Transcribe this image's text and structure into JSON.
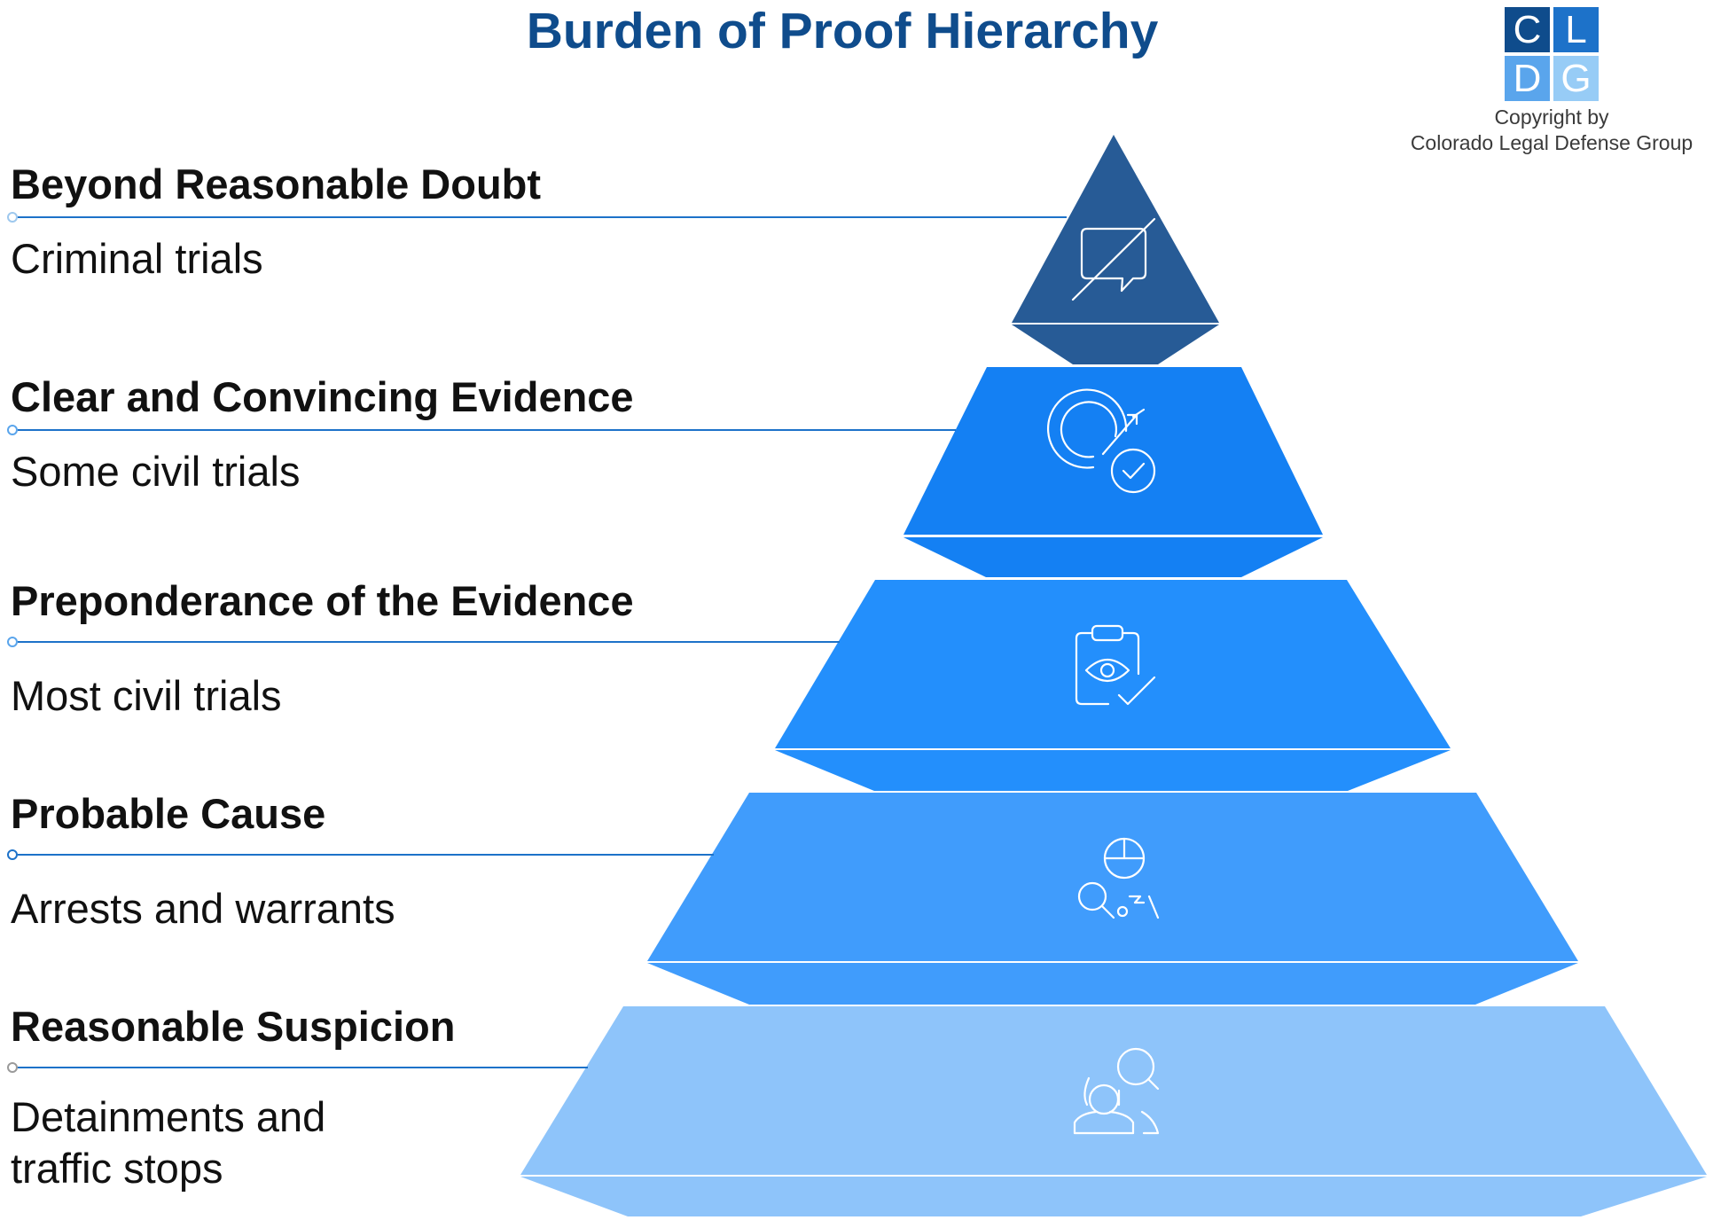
{
  "title": "Burden of Proof Hierarchy",
  "logo": {
    "letters": [
      "C",
      "L",
      "D",
      "G"
    ],
    "colors": [
      "#0f4c8c",
      "#1d72c9",
      "#5aa5ec",
      "#97ccf6"
    ]
  },
  "copyright": {
    "line1": "Copyright by",
    "line2": "Colorado Legal Defense Group"
  },
  "levels": [
    {
      "title": "Beyond Reasonable Doubt",
      "description": "Criminal trials",
      "icon": "slashed-speech-bubble-icon",
      "color": "#275b96"
    },
    {
      "title": "Clear and Convincing Evidence",
      "description": "Some civil trials",
      "icon": "target-check-icon",
      "color": "#1480f3"
    },
    {
      "title": "Preponderance of the Evidence",
      "description": "Most civil trials",
      "icon": "clipboard-eye-check-icon",
      "color": "#238ffc"
    },
    {
      "title": "Probable Cause",
      "description": "Arrests and warrants",
      "icon": "officer-search-icon",
      "color": "#409cfc"
    },
    {
      "title": "Reasonable Suspicion",
      "description": "Detainments and traffic stops",
      "icon": "people-search-icon",
      "color": "#8ec4fa"
    }
  ],
  "connector_color": "#1d72c9",
  "connector_dot_colors": [
    "#9ec8ee",
    "#5aa5ec",
    "#5aa5ec",
    "#1d72c9",
    "#9a9a9a"
  ]
}
